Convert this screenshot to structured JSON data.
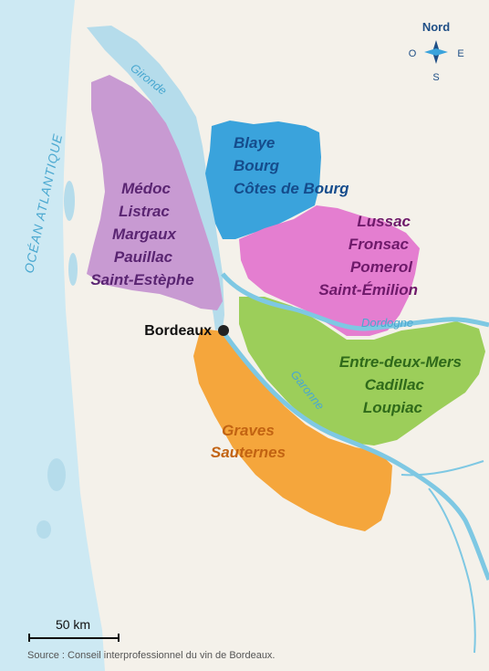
{
  "compass": {
    "north": "Nord",
    "west": "O",
    "east": "E",
    "south": "S"
  },
  "water": {
    "ocean": "OCÉAN ATLANTIQUE",
    "gironde": "Gironde",
    "dordogne": "Dordogne",
    "garonne": "Garonne"
  },
  "regions": {
    "medoc": {
      "color": "#c89ad2",
      "text_color": "#5a2572",
      "names": [
        "Médoc",
        "Listrac",
        "Margaux",
        "Pauillac",
        "Saint-Estèphe"
      ]
    },
    "blaye": {
      "color": "#3aa3dc",
      "text_color": "#154c8c",
      "names": [
        "Blaye",
        "Bourg",
        "Côtes de Bourg"
      ]
    },
    "libournais": {
      "color": "#e47ed0",
      "text_color": "#6e1a6a",
      "names": [
        "Lussac",
        "Fronsac",
        "Pomerol",
        "Saint-Émilion"
      ]
    },
    "entre_deux_mers": {
      "color": "#9cce5a",
      "text_color": "#2f6a1a",
      "names": [
        "Entre-deux-Mers",
        "Cadillac",
        "Loupiac"
      ]
    },
    "graves": {
      "color": "#f5a63c",
      "text_color": "#c26312",
      "names": [
        "Graves",
        "Sauternes"
      ]
    }
  },
  "city": {
    "name": "Bordeaux"
  },
  "scale": {
    "label": "50 km"
  },
  "source": "Source : Conseil interprofessionnel du vin de Bordeaux."
}
